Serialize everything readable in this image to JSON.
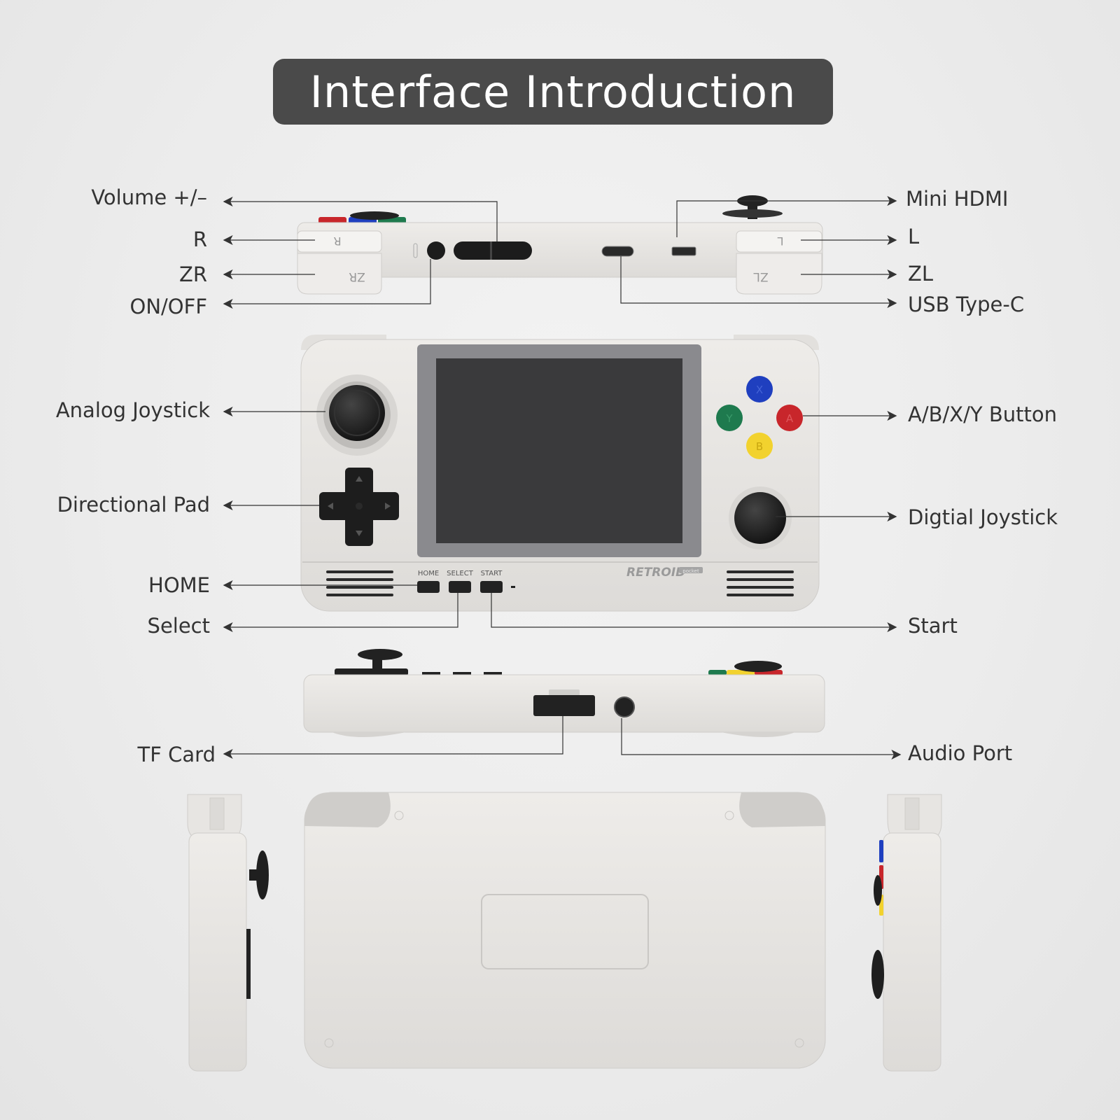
{
  "title": "Interface Introduction",
  "callouts": {
    "volume": "Volume +/–",
    "r": "R",
    "zr": "ZR",
    "onoff": "ON/OFF",
    "mini_hdmi": "Mini HDMI",
    "l": "L",
    "zl": "ZL",
    "usb_c": "USB Type-C",
    "analog_joystick": "Analog Joystick",
    "abxy": "A/B/X/Y Button",
    "dpad": "Directional Pad",
    "digital_joystick": "Digtial Joystick",
    "home": "HOME",
    "select": "Select",
    "start": "Start",
    "tf_card": "TF Card",
    "audio_port": "Audio Port"
  },
  "device_text": {
    "home_small": "HOME",
    "select_small": "SELECT",
    "start_small": "START",
    "brand": "RETROID",
    "model_badge": "pocket",
    "r_key": "R",
    "zr_key": "ZR",
    "l_key": "L",
    "zl_key": "ZL",
    "a_key": "A",
    "b_key": "B",
    "x_key": "X",
    "y_key": "Y"
  },
  "colors": {
    "title_bg": "#4a4a4a",
    "device_body": "#e6e4e1",
    "screen_bezel": "#8a8a8e",
    "screen": "#3a3a3c",
    "btn_blue": "#1f3fbf",
    "btn_red": "#c8262b",
    "btn_green": "#1e7a4e",
    "btn_yellow": "#f2d22e"
  }
}
